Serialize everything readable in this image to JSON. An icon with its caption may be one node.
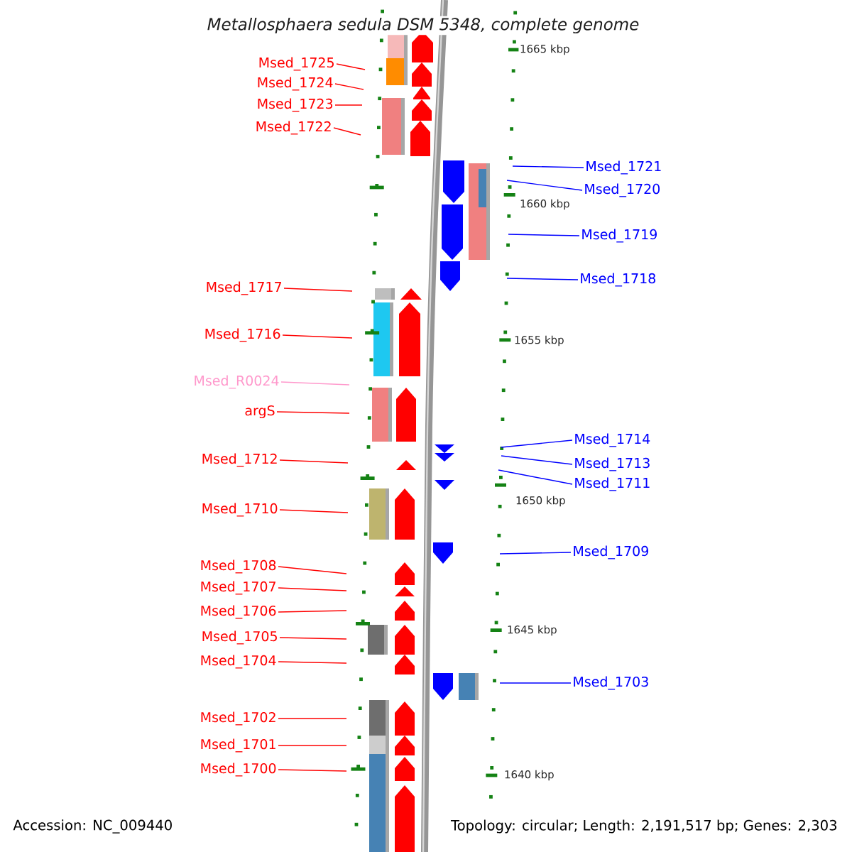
{
  "diagram": {
    "title": "Metallosphaera sedula DSM 5348, complete genome",
    "nodes": [
      {
        "text": [
          "Msed_1725"
        ]
      },
      {
        "text": [
          "Msed_1724"
        ]
      },
      {
        "text": [
          "Msed_1723"
        ]
      },
      {
        "text": [
          "Msed_1722"
        ]
      },
      {
        "text": [
          "Msed_1717"
        ]
      },
      {
        "text": [
          "Msed_1716"
        ]
      },
      {
        "text": [
          "Msed_R0024"
        ]
      },
      {
        "text": [
          "argS"
        ]
      },
      {
        "text": [
          "Msed_1712"
        ]
      },
      {
        "text": [
          "Msed_1710"
        ]
      },
      {
        "text": [
          "Msed_1708"
        ]
      },
      {
        "text": [
          "Msed_1707"
        ]
      },
      {
        "text": [
          "Msed_1706"
        ]
      },
      {
        "text": [
          "Msed_1705"
        ]
      },
      {
        "text": [
          "Msed_1704"
        ]
      },
      {
        "text": [
          "Msed_1702"
        ]
      },
      {
        "text": [
          "Msed_1701"
        ]
      },
      {
        "text": [
          "Msed_1700"
        ]
      },
      {
        "text": [
          "Msed_1721"
        ]
      },
      {
        "text": [
          "Msed_1720"
        ]
      },
      {
        "text": [
          "Msed_1719"
        ]
      },
      {
        "text": [
          "Msed_1718"
        ]
      },
      {
        "text": [
          "Msed_1714"
        ]
      },
      {
        "text": [
          "Msed_1713"
        ]
      },
      {
        "text": [
          "Msed_1711"
        ]
      },
      {
        "text": [
          "Msed_1709"
        ]
      },
      {
        "text": [
          "Msed_1703"
        ]
      }
    ],
    "edges": [
      {
        "from": 0,
        "to": null,
        "arrow": "none"
      },
      {
        "from": 1,
        "to": null,
        "arrow": "none"
      },
      {
        "from": 2,
        "to": null,
        "arrow": "none"
      },
      {
        "from": 3,
        "to": null,
        "arrow": "none"
      },
      {
        "from": 4,
        "to": null,
        "arrow": "none"
      },
      {
        "from": 5,
        "to": null,
        "arrow": "none"
      },
      {
        "from": 6,
        "to": null,
        "arrow": "none",
        "color": "#ff99cc"
      },
      {
        "from": 7,
        "to": null,
        "arrow": "none"
      },
      {
        "from": 8,
        "to": null,
        "arrow": "none"
      },
      {
        "from": 9,
        "to": null,
        "arrow": "none"
      },
      {
        "from": 10,
        "to": null,
        "arrow": "none"
      },
      {
        "from": 11,
        "to": null,
        "arrow": "none"
      },
      {
        "from": 12,
        "to": null,
        "arrow": "none"
      },
      {
        "from": 13,
        "to": null,
        "arrow": "none"
      },
      {
        "from": 14,
        "to": null,
        "arrow": "none"
      },
      {
        "from": 15,
        "to": null,
        "arrow": "none"
      },
      {
        "from": 16,
        "to": null,
        "arrow": "none"
      },
      {
        "from": 17,
        "to": null,
        "arrow": "none"
      },
      {
        "from": 18,
        "to": null,
        "arrow": "none",
        "color": "#0000ff"
      },
      {
        "from": 19,
        "to": null,
        "arrow": "none",
        "color": "#0000ff"
      },
      {
        "from": 20,
        "to": null,
        "arrow": "none",
        "color": "#0000ff"
      },
      {
        "from": 21,
        "to": null,
        "arrow": "none",
        "color": "#0000ff"
      },
      {
        "from": 22,
        "to": null,
        "arrow": "none",
        "color": "#0000ff"
      },
      {
        "from": 23,
        "to": null,
        "arrow": "none",
        "color": "#0000ff"
      },
      {
        "from": 24,
        "to": null,
        "arrow": "none",
        "color": "#0000ff"
      },
      {
        "from": 25,
        "to": null,
        "arrow": "none",
        "color": "#0000ff"
      },
      {
        "from": 26,
        "to": null,
        "arrow": "none",
        "color": "#0000ff"
      }
    ],
    "labels": [
      "1665 kbp",
      "1660 kbp",
      "1655 kbp",
      "1650 kbp",
      "1645 kbp",
      "1640 kbp",
      "Accession: NC_009440",
      "Topology: circular; Length: 2,191,517 bp; Genes: 2,303"
    ]
  }
}
